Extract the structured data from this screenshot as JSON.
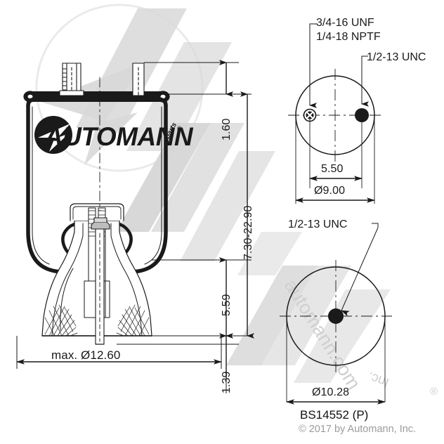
{
  "drawing": {
    "part_number": "BS14552 (P)",
    "copyright": "© 2017 by Automann, Inc.",
    "brand": "AUTOMANN",
    "brand_mark": "®",
    "watermark_text": "automann.com",
    "watermark_text2": "Inc.",
    "watermark_mark": "®"
  },
  "main_view": {
    "dimensions": {
      "top_plate_height": "1.60",
      "stroke_range": "7.30-22.90",
      "piston_height": "5.59",
      "base_height": "1.39",
      "max_diameter": "max. Ø12.60"
    }
  },
  "top_view": {
    "notes": {
      "thread_a": "3/4-16 UNF",
      "thread_b": "1/4-18 NPTF",
      "thread_c": "1/2-13 UNC"
    },
    "dimensions": {
      "bolt_spacing": "5.50",
      "plate_diameter": "Ø9.00"
    }
  },
  "bottom_view": {
    "notes": {
      "thread_c": "1/2-13 UNC"
    },
    "dimensions": {
      "piston_diameter": "Ø10.28"
    }
  },
  "colors": {
    "line": "#1a1a1a",
    "watermark": "#d4d4d4",
    "copyright": "#9b9b9b",
    "background": "#ffffff"
  }
}
